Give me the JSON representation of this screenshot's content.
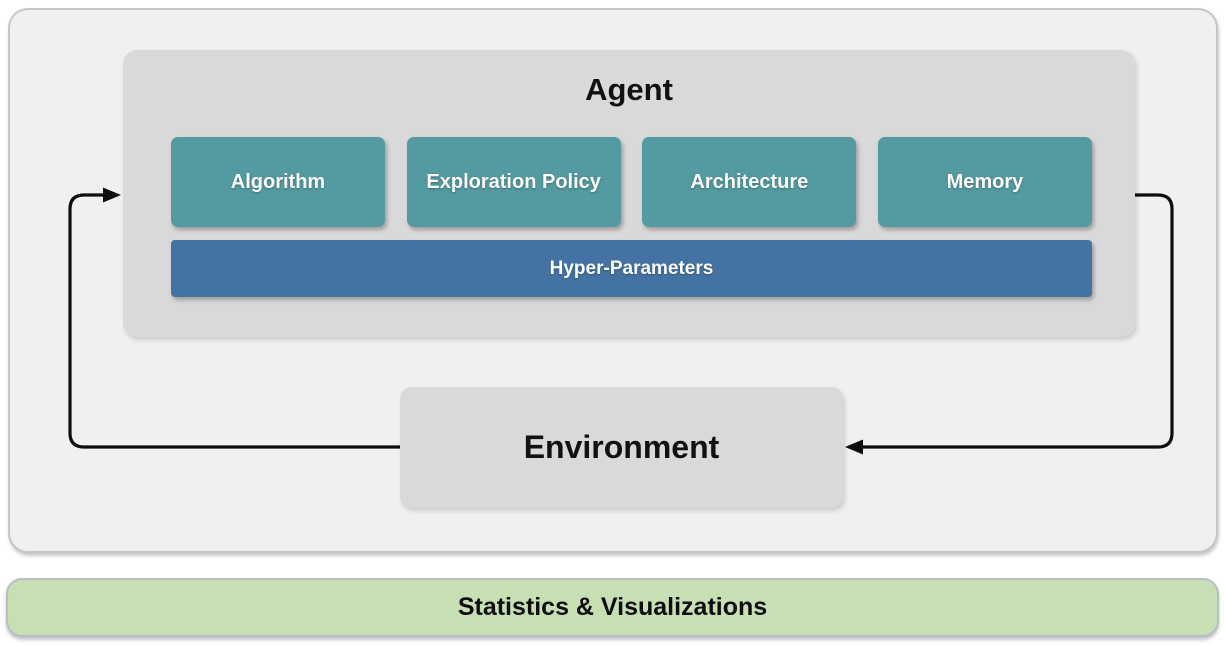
{
  "colors": {
    "teal": "#539aa1",
    "blue": "#4473a3",
    "agent_gray": "#d9d9d9",
    "panel_gray": "#f0f0f1",
    "green": "#c6e0b4",
    "arrow_black": "#0d0d0d"
  },
  "agent": {
    "title": "Agent",
    "components": [
      {
        "label": "Algorithm"
      },
      {
        "label": "Exploration Policy"
      },
      {
        "label": "Architecture"
      },
      {
        "label": "Memory"
      }
    ],
    "hyper_parameters": {
      "label": "Hyper-Parameters"
    }
  },
  "environment": {
    "label": "Environment"
  },
  "footer": {
    "label": "Statistics & Visualizations"
  }
}
